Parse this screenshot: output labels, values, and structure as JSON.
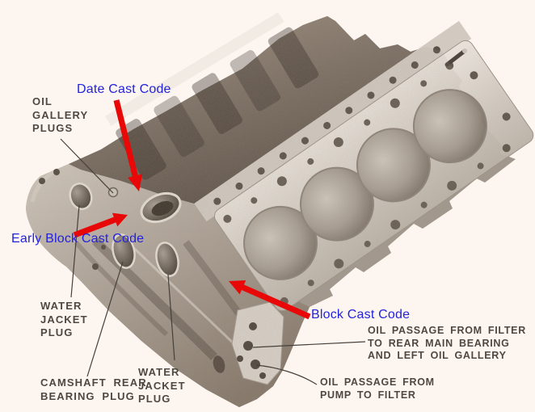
{
  "figure": {
    "subject": "V8 engine block rear three-quarter view",
    "background_color": "#fdf6f0",
    "colors": {
      "cast_code_label_blue": "#2222dd",
      "part_label_gray": "#4e4842",
      "arrow_red": "#e80808"
    }
  },
  "annotations": {
    "date_cast_code": {
      "label": "Date Cast Code"
    },
    "early_block_cast_code": {
      "label": "Early Block Cast Code"
    },
    "block_cast_code": {
      "label": "Block Cast Code"
    },
    "oil_gallery_plugs": {
      "label": "OIL\nGALLERY\nPLUGS"
    },
    "water_jacket_plug_left": {
      "label": "WATER\nJACKET\nPLUG"
    },
    "camshaft_rear_bearing_plug": {
      "label": "CAMSHAFT REAR\nBEARING PLUG"
    },
    "water_jacket_plug_bottom": {
      "label": "WATER\nJACKET\nPLUG"
    },
    "oil_passage_filter": {
      "label": "OIL PASSAGE FROM FILTER\nTO REAR MAIN BEARING\nAND LEFT OIL GALLERY"
    },
    "oil_passage_pump": {
      "label": "OIL PASSAGE FROM\nPUMP TO FILTER"
    }
  }
}
